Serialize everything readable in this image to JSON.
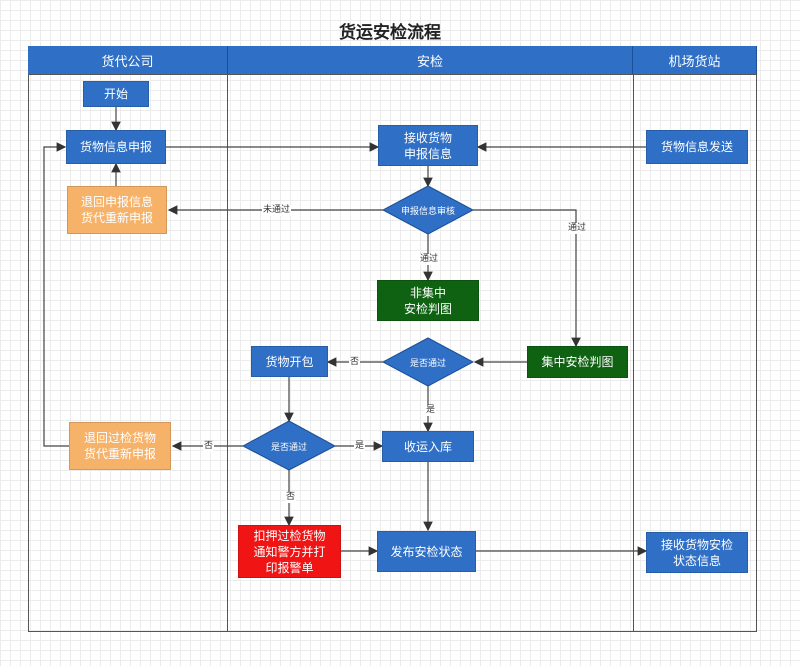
{
  "title": "货运安检流程",
  "lanes": [
    "货代公司",
    "安检",
    "机场货站"
  ],
  "nodes": {
    "start": "开始",
    "declare": "货物信息申报",
    "receive": "接收货物\n申报信息",
    "send": "货物信息发送",
    "return_declare": "退回申报信息\n货代重新申报",
    "review": "申报信息审核",
    "non_central": "非集中\n安检判图",
    "central": "集中安检判图",
    "unpack": "货物开包",
    "pass1": "是否通过",
    "return_inspect": "退回过检货物\n货代重新申报",
    "pass2": "是否通过",
    "storage": "收运入库",
    "detain": "扣押过检货物\n通知警方并打\n印报警单",
    "publish": "发布安检状态",
    "receive_status": "接收货物安检\n状态信息"
  },
  "edge_labels": {
    "not_passed": "未通过",
    "passed_down": "通过",
    "passed_right": "通过",
    "no_unpack": "否",
    "yes_storage": "是",
    "no_return": "否",
    "yes_storage2": "是",
    "no_detain": "否"
  },
  "colors": {
    "blue": "#2f6fc6",
    "orange": "#f7b26a",
    "green": "#0f6212",
    "red": "#f01414"
  }
}
